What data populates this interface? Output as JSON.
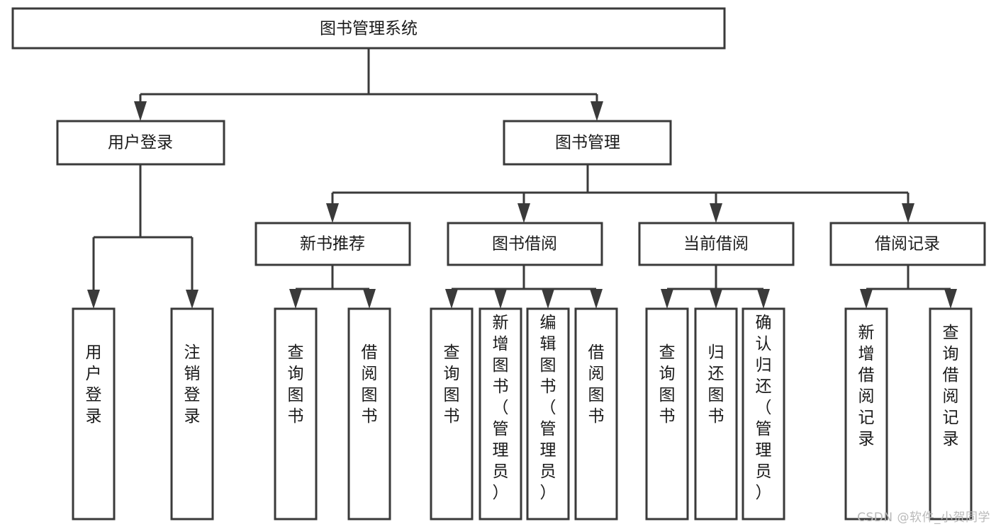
{
  "diagram": {
    "type": "tree",
    "title": "图书管理系统",
    "orientation": "top-down",
    "background_color": "#ffffff",
    "line_color": "#3a3a3a",
    "text_color": "#1a1a1a"
  },
  "nodes": {
    "root": {
      "label": "图书管理系统",
      "level": 0,
      "orientation": "horizontal"
    },
    "l1": [
      {
        "id": "user_login",
        "label": "用户登录",
        "level": 1,
        "orientation": "horizontal"
      },
      {
        "id": "book_manage",
        "label": "图书管理",
        "level": 1,
        "orientation": "horizontal"
      }
    ],
    "l2": [
      {
        "id": "new_book_rec",
        "label": "新书推荐",
        "level": 2,
        "orientation": "horizontal"
      },
      {
        "id": "book_borrow",
        "label": "图书借阅",
        "level": 2,
        "orientation": "horizontal"
      },
      {
        "id": "current_borrow",
        "label": "当前借阅",
        "level": 2,
        "orientation": "horizontal"
      },
      {
        "id": "borrow_record",
        "label": "借阅记录",
        "level": 2,
        "orientation": "horizontal"
      }
    ],
    "leaves": [
      {
        "id": "leaf_user_login",
        "label": "用户登录",
        "parent": "user_login",
        "orientation": "vertical"
      },
      {
        "id": "leaf_user_logout",
        "label": "注销登录",
        "parent": "user_login",
        "orientation": "vertical"
      },
      {
        "id": "leaf_query_book_1",
        "label": "查询图书",
        "parent": "new_book_rec",
        "orientation": "vertical"
      },
      {
        "id": "leaf_borrow_book_1",
        "label": "借阅图书",
        "parent": "new_book_rec",
        "orientation": "vertical"
      },
      {
        "id": "leaf_query_book_2",
        "label": "查询图书",
        "parent": "book_borrow",
        "orientation": "vertical"
      },
      {
        "id": "leaf_add_book",
        "label": "新增图书（管理员）",
        "parent": "book_borrow",
        "orientation": "vertical"
      },
      {
        "id": "leaf_edit_book",
        "label": "编辑图书（管理员）",
        "parent": "book_borrow",
        "orientation": "vertical"
      },
      {
        "id": "leaf_borrow_book_2",
        "label": "借阅图书",
        "parent": "book_borrow",
        "orientation": "vertical"
      },
      {
        "id": "leaf_query_book_3",
        "label": "查询图书",
        "parent": "current_borrow",
        "orientation": "vertical"
      },
      {
        "id": "leaf_return_book",
        "label": "归还图书",
        "parent": "current_borrow",
        "orientation": "vertical"
      },
      {
        "id": "leaf_confirm_return",
        "label": "确认归还（管理员）",
        "parent": "current_borrow",
        "orientation": "vertical"
      },
      {
        "id": "leaf_add_record",
        "label": "新增借阅记录",
        "parent": "borrow_record",
        "orientation": "vertical"
      },
      {
        "id": "leaf_query_record",
        "label": "查询借阅记录",
        "parent": "borrow_record",
        "orientation": "vertical"
      }
    ]
  },
  "watermark": {
    "text": "CSDN @软件_小贺同学",
    "color": "#b9b9b9"
  }
}
